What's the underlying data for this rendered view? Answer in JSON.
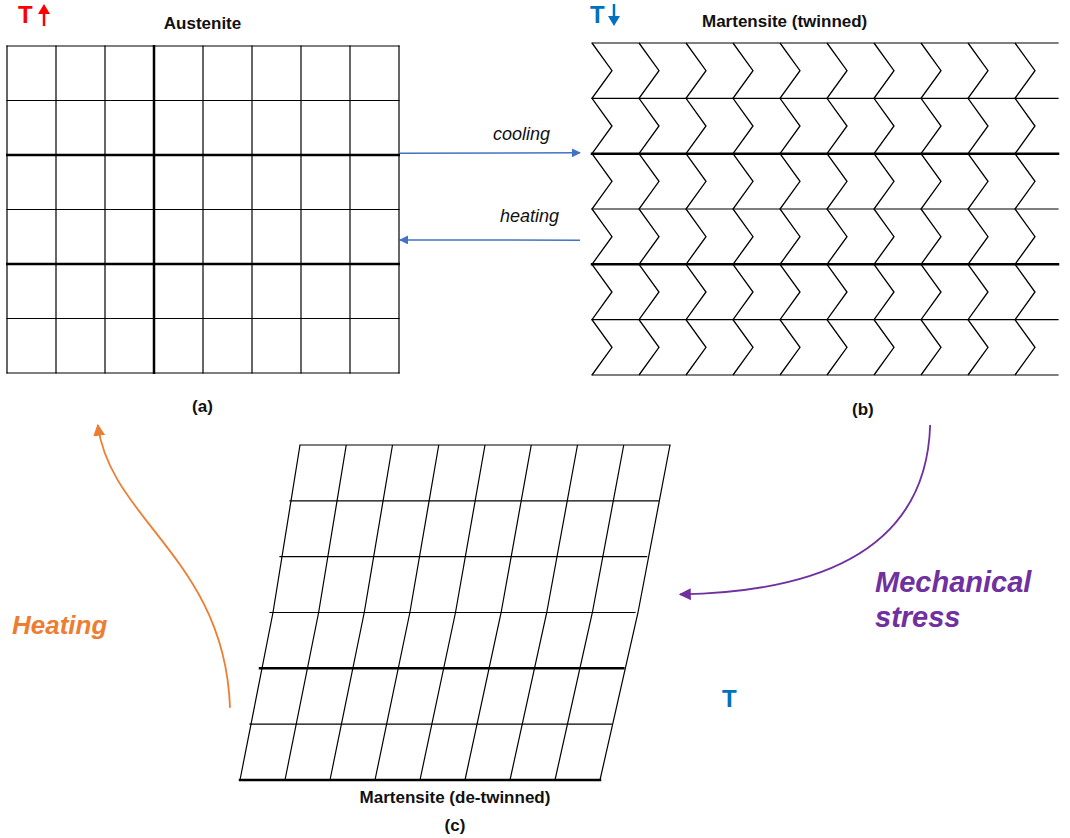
{
  "diagram": {
    "nodes": [
      {
        "text": [
          "Austenite",
          "(a)"
        ]
      },
      {
        "text": [
          "Martensite (twinned)",
          "(b)"
        ]
      },
      {
        "text": [
          "Martensite (de-twinned)",
          "(c)"
        ]
      }
    ],
    "edges": [
      {
        "from": 0,
        "to": 1,
        "label": "cooling",
        "arrow": "to"
      },
      {
        "from": 1,
        "to": 0,
        "label": "heating",
        "arrow": "to"
      },
      {
        "from": 1,
        "to": 2,
        "label": "Mechanical stress",
        "arrow": "to"
      },
      {
        "from": 2,
        "to": 0,
        "label": "Heating",
        "arrow": "to"
      }
    ],
    "labels": [
      "T",
      "T",
      "T"
    ]
  }
}
